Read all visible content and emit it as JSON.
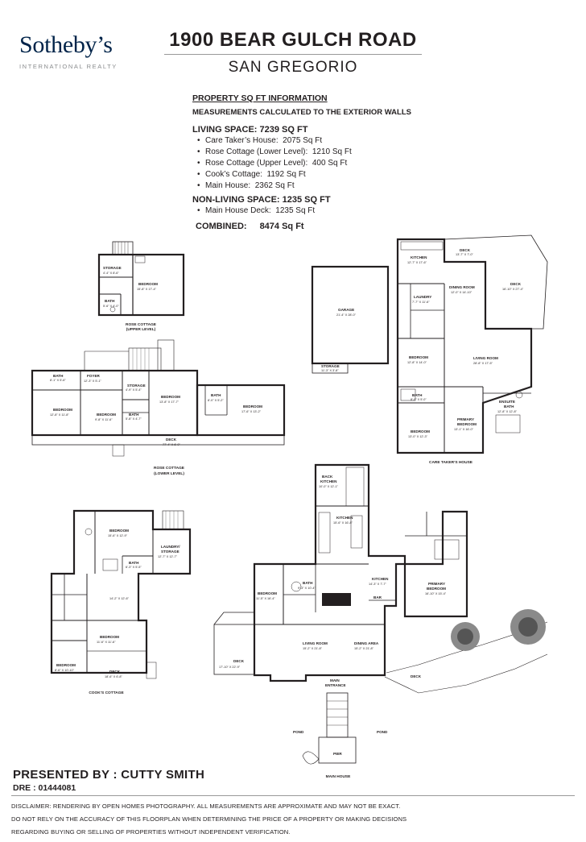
{
  "brand": {
    "name": "Sotheby’s",
    "subtitle": "INTERNATIONAL REALTY",
    "color": "#002349"
  },
  "title": {
    "address": "1900 BEAR GULCH ROAD",
    "city": "SAN GREGORIO"
  },
  "info": {
    "heading": "PROPERTY SQ FT INFORMATION",
    "subheading": "MEASUREMENTS CALCULATED TO THE EXTERIOR WALLS",
    "living_title": "LIVING SPACE: 7239 SQ FT",
    "living_items": [
      {
        "label": "Care Taker’s House:",
        "value": "2075 Sq Ft"
      },
      {
        "label": "Rose Cottage (Lower Level):",
        "value": "1210 Sq Ft"
      },
      {
        "label": "Rose Cottage (Upper Level):",
        "value": "400 Sq Ft"
      },
      {
        "label": "Cook’s Cottage:",
        "value": "1192 Sq Ft"
      },
      {
        "label": "Main House:",
        "value": "2362 Sq Ft"
      }
    ],
    "nonliving_title": "NON-LIVING SPACE: 1235 SQ FT",
    "nonliving_items": [
      {
        "label": "Main House Deck:",
        "value": "1235 Sq Ft"
      }
    ],
    "combined_label": "COMBINED:",
    "combined_value": "8474  Sq Ft"
  },
  "plans": {
    "rose_upper": {
      "caption": "ROSE COTTAGE\n(UPPER LEVEL)",
      "rooms": {
        "storage": "STORAGE",
        "storage_dim": "4'-4\" X 8'-6\"",
        "bedroom": "BEDROOM",
        "bedroom_dim": "15'-8\" X 17'-4\"",
        "bath": "BATH",
        "bath_dim": "5'-6\" X 4'-0\""
      }
    },
    "rose_lower": {
      "caption": "ROSE COTTAGE\n(LOWER LEVEL)",
      "rooms": {
        "bath1": "BATH",
        "bath1_dim": "8'-1\" X 5'-6\"",
        "foyer": "FOYER",
        "foyer_dim": "12'-3\" X 5'-1\"",
        "bedroom1": "BEDROOM",
        "bedroom1_dim": "12'-8\" X 11'-8\"",
        "bedroom2": "BEDROOM",
        "bedroom2_dim": "9'-8\" X 11'-6\"",
        "storage": "STORAGE",
        "storage_dim": "4'-9\" X 5'-4\"",
        "bedroom3": "BEDROOM",
        "bedroom3_dim": "13'-8\" X 17'-7\"",
        "bath2": "BATH",
        "bath2_dim": "8'-0\" X 5'-2\"",
        "bath3": "BATH",
        "bath3_dim": "5'-8\" X 4'-7\"",
        "bedroom4": "BEDROOM",
        "bedroom4_dim": "17'-6\" X 13'-2\"",
        "deck": "DECK",
        "deck_dim": "77'-4\" X 6'-0\""
      }
    },
    "caretaker": {
      "caption": "CARE TAKER’S HOUSE",
      "rooms": {
        "garage": "GARAGE",
        "garage_dim": "21'-4\" X 28'-0\"",
        "storage": "STORAGE",
        "storage_dim": "11'-3\" X 3'-8\"",
        "kitchen": "KITCHEN",
        "kitchen_dim": "12'-7\" X 17'-6\"",
        "deck1": "DECK",
        "deck1_dim": "13'-7\" X 7'-0\"",
        "dining": "DINING ROOM",
        "dining_dim": "12'-0\" X 14'-10\"",
        "deck2": "DECK",
        "deck2_dim": "16'-10\" X 27'-4\"",
        "laundry": "LAUNDRY",
        "laundry_dim": "7'-7\" X 11'-6\"",
        "bedroom1": "BEDROOM",
        "bedroom1_dim": "12'-8\" X 14'-0\"",
        "living": "LIVING ROOM",
        "living_dim": "28'-8\" X 17'-5\"",
        "bath": "BATH",
        "bath_dim": "8'-0\" X 5'-0\"",
        "ensuite": "ENSUITE\nBATH",
        "ensuite_dim": "12'-8\" X 12'-8\"",
        "primary": "PRIMARY\nBEDROOM",
        "primary_dim": "13'-1\" X 16'-0\"",
        "bedroom2": "BEDROOM",
        "bedroom2_dim": "13'-0\" X 12'-3\""
      }
    },
    "cooks": {
      "caption": "COOK’S COTTAGE",
      "rooms": {
        "bedroom1": "BEDROOM",
        "bedroom1_dim": "15'-6\" X 12'-9\"",
        "laundry": "LAUNDRY/\nSTORAGE",
        "laundry_dim": "12'-7\" X 12'-7\"",
        "bath": "BATH",
        "bath_dim": "6'-3\" X 5'-5\"",
        "living": "",
        "living_dim": "14'-2\" X 12'-6\"",
        "bedroom2": "BEDROOM",
        "bedroom2_dim": "11'-6\" X 11'-6\"",
        "bedroom3": "BEDROOM",
        "bedroom3_dim": "8'-6\" X 10'-10\"",
        "deck": "DECK",
        "deck_dim": "18'-6\" X 6'-8\""
      }
    },
    "main": {
      "caption": "MAIN HOUSE",
      "rooms": {
        "back_kitchen": "BACK\nKITCHEN",
        "back_kitchen_dim": "10'-0\" X 12'-1\"",
        "kitchen1": "KITCHEN",
        "kitchen1_dim": "15'-6\" X 16'-8\"",
        "bath1": "BATH",
        "bath1_dim": "9'-3\" X 10'-4\"",
        "kitchen2": "KITCHEN",
        "kitchen2_dim": "14'-3\" X 7'-7\"",
        "bar": "BAR",
        "bedroom": "BEDROOM",
        "bedroom_dim": "11'-5\" X 16'-4\"",
        "primary": "PRIMARY\nBEDROOM",
        "primary_dim": "16'-10\" X 15'-4\"",
        "living": "LIVING ROOM",
        "living_dim": "15'-2\" X 21'-8\"",
        "dining": "DINING AREA",
        "dining_dim": "15'-2\" X 21'-8\"",
        "deck1": "DECK",
        "deck1_dim": "17'-10\" X 22'-9\"",
        "deck2": "DECK",
        "main_entrance": "MAIN\nENTRANCE",
        "pond1": "POND",
        "pond2": "POND",
        "pier": "PIER"
      }
    }
  },
  "footer": {
    "presented": "PRESENTED BY : CUTTY SMITH",
    "dre": "DRE : 01444081",
    "disclaimer": [
      "DISCLAIMER: RENDERING BY OPEN HOMES PHOTOGRAPHY. ALL MEASUREMENTS ARE APPROXIMATE AND MAY NOT BE EXACT.",
      "DO NOT RELY ON THE ACCURACY OF THIS FLOORPLAN WHEN DETERMINING THE PRICE OF A PROPERTY OR MAKING DECISIONS",
      "REGARDING BUYING OR SELLING OF PROPERTIES WITHOUT INDEPENDENT VERIFICATION."
    ]
  }
}
